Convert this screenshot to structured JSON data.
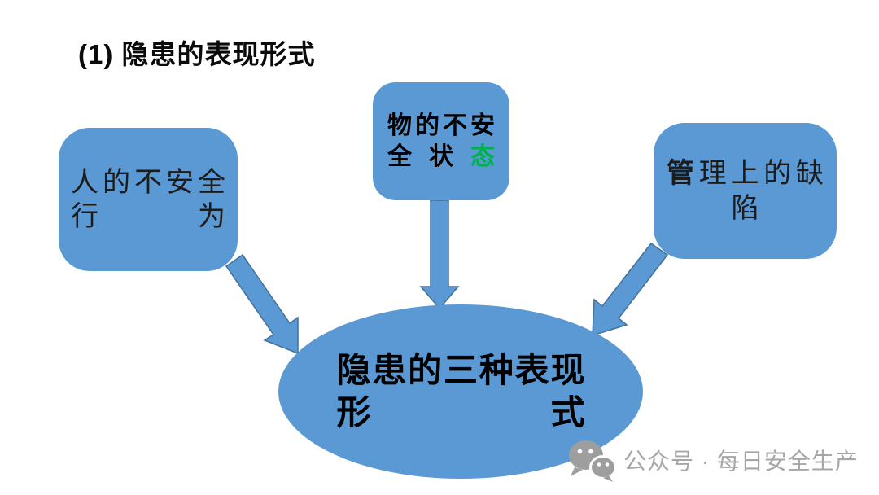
{
  "title": "(1) 隐患的表现形式",
  "boxes": [
    {
      "label": "人的不安全行为",
      "lines": [
        {
          "chars": [
            {
              "t": "人"
            },
            {
              "t": "的"
            },
            {
              "t": "不"
            },
            {
              "t": "安"
            },
            {
              "t": "全"
            }
          ]
        },
        {
          "chars": [
            {
              "t": "行"
            },
            {
              "t": "为"
            }
          ]
        }
      ]
    },
    {
      "label": "物的不安全状态",
      "lines": [
        {
          "chars": [
            {
              "t": "物"
            },
            {
              "t": "的"
            },
            {
              "t": "不"
            },
            {
              "t": "安"
            }
          ]
        },
        {
          "chars": [
            {
              "t": "全"
            },
            {
              "t": "状"
            },
            {
              "t": "态",
              "color": "#00B050"
            }
          ]
        }
      ]
    },
    {
      "label": "管理上的缺陷",
      "lines": [
        {
          "chars": [
            {
              "t": "管",
              "bold": true
            },
            {
              "t": "理"
            },
            {
              "t": "上"
            },
            {
              "t": "的"
            },
            {
              "t": "缺"
            }
          ]
        },
        {
          "chars": [
            {
              "t": "陷"
            }
          ]
        }
      ]
    }
  ],
  "ellipse": {
    "label": "隐患的三种表现形式",
    "lines": [
      {
        "chars": [
          {
            "t": "隐"
          },
          {
            "t": "患"
          },
          {
            "t": "的"
          },
          {
            "t": "三"
          },
          {
            "t": "种"
          },
          {
            "t": "表"
          },
          {
            "t": "现"
          }
        ]
      },
      {
        "chars": [
          {
            "t": "形"
          },
          {
            "t": "式"
          }
        ]
      }
    ]
  },
  "watermark": {
    "icon": "wechat",
    "text": "公众号 · 每日安全生产"
  },
  "colors": {
    "shape_blue": "#5A99D3",
    "arrow_outline": "#41719C",
    "state_green": "#00B050",
    "title_black": "#0A0A0A",
    "box_text_dark": "#1C1C1C",
    "watermark_gray": "#A6A6A6",
    "background": "#FFFFFF"
  }
}
